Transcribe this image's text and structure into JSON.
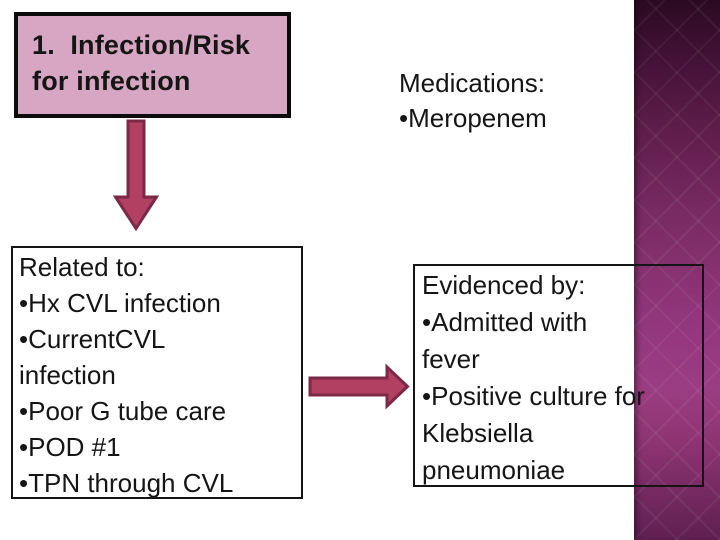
{
  "slide": {
    "background_color": "#ffffff",
    "title_box": {
      "lines": [
        "1.  Infection/Risk",
        "for infection"
      ],
      "fill": "#d7a6c2",
      "border_color": "#0c0c0c"
    },
    "medications": {
      "lines": [
        "Medications:",
        "•Meropenem"
      ]
    },
    "related_box": {
      "lines": [
        "Related to:",
        "•Hx CVL infection",
        "•CurrentCVL",
        "infection",
        "•Poor G tube care",
        "•POD #1",
        "•TPN through CVL"
      ],
      "border_color": "#141414"
    },
    "evidenced_box": {
      "lines": [
        "Evidenced by:",
        "•Admitted with",
        "fever",
        "•Positive culture for",
        "Klebsiella",
        "pneumoniae"
      ],
      "border_color": "#141414"
    },
    "arrows": {
      "fill": "#b24063",
      "stroke": "#7c2847"
    },
    "stripe": {
      "top_color": "#2b0a22",
      "middle_color": "#9b3d82",
      "bottom_color": "#5f2050"
    }
  }
}
